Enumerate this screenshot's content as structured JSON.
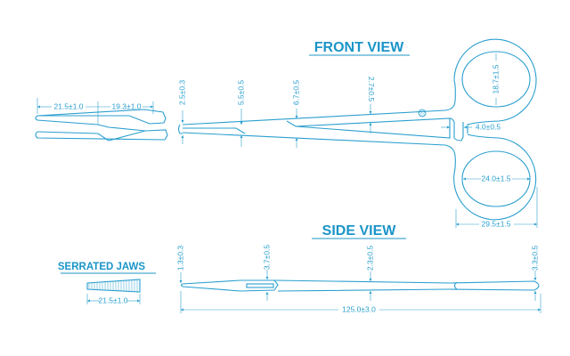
{
  "titles": {
    "front_view": "FRONT VIEW",
    "side_view": "SIDE VIEW",
    "serrated_jaws": "SERRATED JAWS"
  },
  "jaw_detail": {
    "dim_tip": "21.5±1.0",
    "dim_mid": "19.3±1.0"
  },
  "front_view": {
    "tip_height": "2.5±0.3",
    "jaw_height": "5.5±0.5",
    "shank_height": "6.7±0.5",
    "arm_width": "2.7±0.5",
    "upper_ring_inner": "18.7±1.5",
    "joint_gap": "4.0±0.5",
    "lower_ring_inner": "24.0±1.5",
    "ring_outer_width": "29.5±1.5"
  },
  "side_view": {
    "tip_thickness": "1.3±0.3",
    "jaw_thickness": "3.7±0.5",
    "shank_thickness": "2.3±0.5",
    "ring_thickness": "3.3±0.5",
    "overall_length": "125.0±3.0"
  },
  "serrated_jaws": {
    "length": "21.5±1.0"
  },
  "colors": {
    "line": "#2a9fcf",
    "heading": "#1b95c8"
  }
}
